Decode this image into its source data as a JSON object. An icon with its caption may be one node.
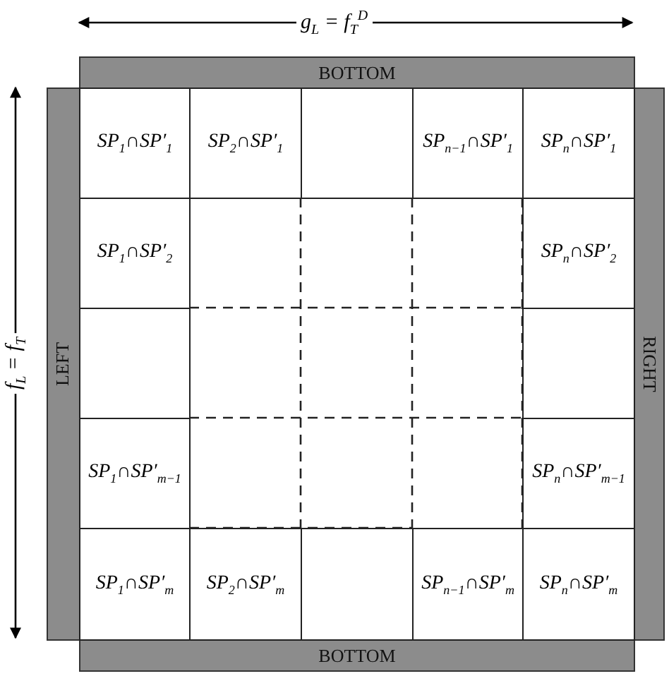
{
  "diagram": {
    "nodes": [
      {
        "text": [
          "BOTTOM"
        ]
      },
      {
        "text": [
          "LEFT"
        ]
      },
      {
        "text": [
          "RIGHT"
        ]
      },
      {
        "text": [
          "SP$_{1}$∩SP′$_{1}$"
        ]
      },
      {
        "text": [
          "SP$_{2}$∩SP′$_{1}$"
        ]
      },
      {
        "text": [],
        "shape": "box"
      },
      {
        "text": [
          "SP$_{n−1}$∩SP′$_{1}$"
        ]
      },
      {
        "text": [
          "SP$_{n}$∩SP′$_{1}$"
        ]
      },
      {
        "text": [
          "SP$_{1}$∩SP′$_{2}$"
        ]
      },
      {
        "text": [
          "SP$_{n}$∩SP′$_{2}$"
        ]
      },
      {
        "text": [],
        "shape": "box"
      },
      {
        "text": [],
        "shape": "box"
      },
      {
        "text": [
          "SP$_{1}$∩SP′$_{m−1}$"
        ]
      },
      {
        "text": [
          "SP$_{n}$∩SP′$_{m−1}$"
        ]
      },
      {
        "text": [
          "SP$_{1}$∩SP′$_{m}$"
        ]
      },
      {
        "text": [
          "SP$_{2}$∩SP′$_{m}$"
        ]
      },
      {
        "text": [],
        "shape": "box"
      },
      {
        "text": [
          "SP$_{n−1}$∩SP′$_{m}$"
        ]
      },
      {
        "text": [
          "SP$_{n}$∩SP′$_{m}$"
        ]
      },
      {
        "text": [
          "BOTTOM"
        ]
      }
    ],
    "labels": [
      "g$_{L}$ = f$_{T}$$^{D}$",
      "f$_{L}$ = f$_{T}$"
    ]
  }
}
